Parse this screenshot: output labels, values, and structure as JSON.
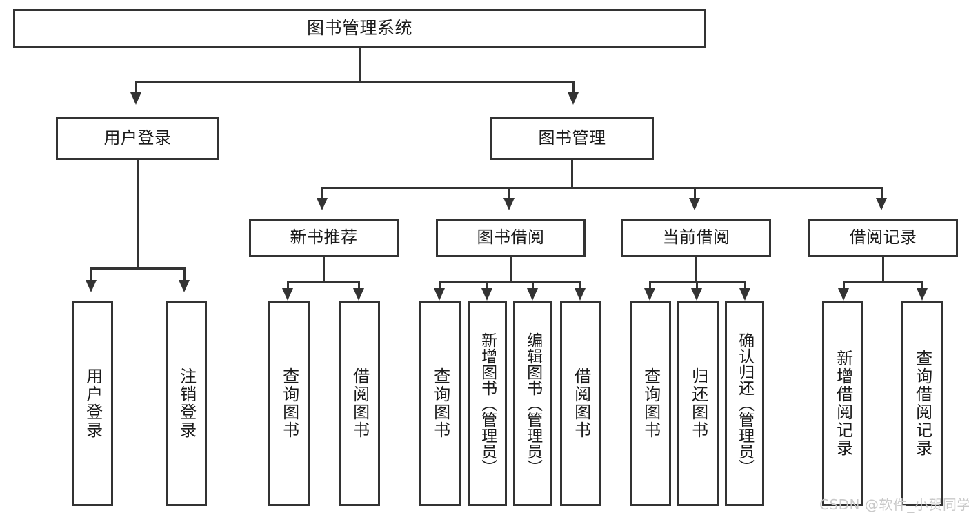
{
  "diagram": {
    "title": "图书管理系统",
    "watermark": "CSDN @软件_小贺同学",
    "colors": {
      "stroke": "#333333",
      "background": "#ffffff",
      "text": "#1a1a1a",
      "watermark": "#c9c9c9"
    },
    "root": {
      "label": "图书管理系统"
    },
    "level1": [
      {
        "label": "用户登录"
      },
      {
        "label": "图书管理"
      }
    ],
    "level2": [
      {
        "label": "新书推荐"
      },
      {
        "label": "图书借阅"
      },
      {
        "label": "当前借阅"
      },
      {
        "label": "借阅记录"
      }
    ],
    "leaves": {
      "user_login": [
        {
          "label": "用户登录"
        },
        {
          "label": "注销登录"
        }
      ],
      "new_book": [
        {
          "label": "查询图书"
        },
        {
          "label": "借阅图书"
        }
      ],
      "borrow_book": [
        {
          "label": "查询图书"
        },
        {
          "label": "新增图书（管理员）"
        },
        {
          "label": "编辑图书（管理员）"
        },
        {
          "label": "借阅图书"
        }
      ],
      "current_borrow": [
        {
          "label": "查询图书"
        },
        {
          "label": "归还图书"
        },
        {
          "label": "确认归还（管理员）"
        }
      ],
      "borrow_record": [
        {
          "label": "新增借阅记录"
        },
        {
          "label": "查询借阅记录"
        }
      ]
    }
  }
}
